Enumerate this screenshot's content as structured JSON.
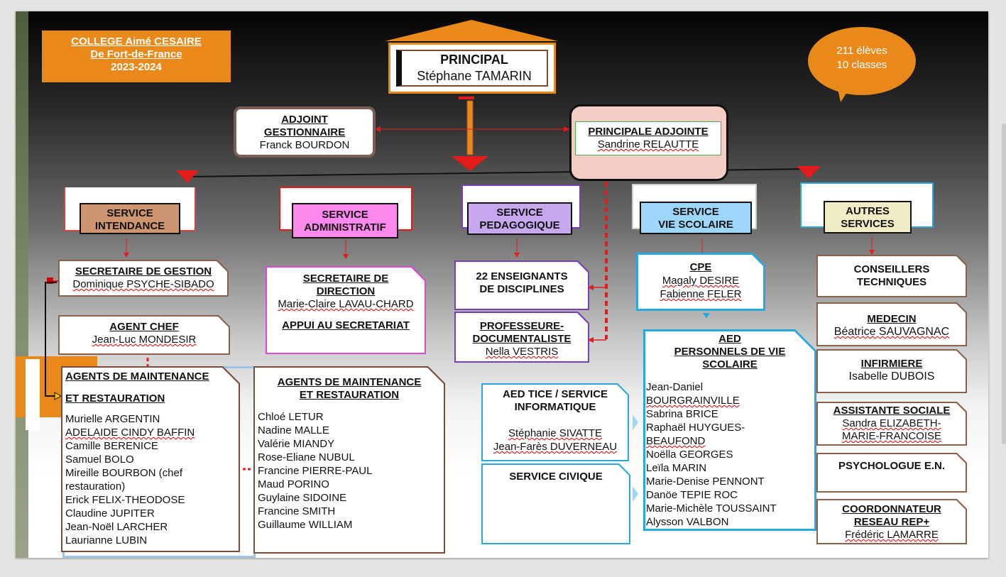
{
  "school": {
    "line1": "COLLEGE Aimé CESAIRE",
    "line2": "De Fort-de-France",
    "line3": "2023-2024"
  },
  "stats": {
    "students": "211 élèves",
    "classes": "10 classes"
  },
  "principal": {
    "title": "PRINCIPAL",
    "name": "Stéphane TAMARIN"
  },
  "adjoint_gestionnaire": {
    "title1": "ADJOINT",
    "title2": "GESTIONNAIRE",
    "name": "Franck BOURDON"
  },
  "principale_adjointe": {
    "title": "PRINCIPALE ADJOINTE",
    "name": "Sandrine RELAUTTE"
  },
  "services": {
    "intendance": {
      "line1": "SERVICE",
      "line2": "INTENDANCE"
    },
    "administratif": {
      "line1": "SERVICE",
      "line2": "ADMINISTRATIF"
    },
    "pedagogique": {
      "line1": "SERVICE",
      "line2": "PEDAGOGIQUE"
    },
    "vie_scolaire": {
      "line1": "SERVICE",
      "line2": "VIE SCOLAIRE"
    },
    "autres": {
      "line1": "AUTRES",
      "line2": "SERVICES"
    }
  },
  "intendance": {
    "secretaire": {
      "title": "SECRETAIRE DE GESTION",
      "name": "Dominique PSYCHE-SIBADO"
    },
    "agent_chef": {
      "title": "AGENT CHEF",
      "name": "Jean-Luc MONDESIR"
    },
    "agents1": {
      "title1": "AGENTS DE MAINTENANCE",
      "title2": "ET RESTAURATION",
      "members": [
        "Murielle ARGENTIN",
        "ADELAIDE CINDY  BAFFIN",
        "Camille BERENICE",
        "Samuel BOLO",
        "Mireille BOURBON (chef",
        "restauration)",
        "Erick FELIX-THEODOSE",
        "Claudine JUPITER",
        "Jean-Noël LARCHER",
        "Laurianne LUBIN"
      ]
    },
    "agents2": {
      "title1": "AGENTS DE MAINTENANCE",
      "title2": "ET RESTAURATION",
      "members": [
        "Chloé LETUR",
        "Nadine MALLE",
        "Valérie MIANDY",
        "Rose-Eliane NUBUL",
        "Francine PIERRE-PAUL",
        "Maud PORINO",
        "Guylaine SIDOINE",
        "Francine SMITH",
        "Guillaume WILLIAM"
      ]
    }
  },
  "administratif": {
    "secretaire": {
      "title1": "SECRETAIRE DE",
      "title2": "DIRECTION",
      "name": "Marie-Claire LAVAU-CHARD",
      "extra": "APPUI AU SECRETARIAT"
    }
  },
  "pedagogique": {
    "enseignants": {
      "line1": "22 ENSEIGNANTS",
      "line2": "DE DISCIPLINES"
    },
    "documentaliste": {
      "line1": "PROFESSEURE-",
      "line2": "DOCUMENTALISTE",
      "name": "Nella VESTRIS"
    },
    "aed_tice": {
      "line1": "AED TICE / SERVICE",
      "line2": "INFORMATIQUE",
      "name1": "Stéphanie SIVATTE",
      "name2": "Jean-Farès DUVERNEAU"
    },
    "service_civique": {
      "title": "SERVICE CIVIQUE"
    }
  },
  "vie_scolaire": {
    "cpe": {
      "title": "CPE",
      "name1": "Magaly DESIRE",
      "name2": "Fabienne FELER"
    },
    "aed": {
      "line1": "AED",
      "line2": "PERSONNELS DE VIE",
      "line3": "SCOLAIRE",
      "members": [
        "Jean-Daniel",
        "BOURGRAINVILLE",
        "Sabrina BRICE",
        "Raphaël HUYGUES-",
        "BEAUFOND",
        "Noëlla GEORGES",
        "Leïla MARIN",
        "Marie-Denise PENNONT",
        "Danöe TEPIE ROC",
        "Marie-Michèle TOUSSAINT",
        "Alysson VALBON"
      ]
    }
  },
  "autres": {
    "conseillers": {
      "line1": "CONSEILLERS",
      "line2": "TECHNIQUES"
    },
    "medecin": {
      "title": "MEDECIN",
      "name": "Béatrice SAUVAGNAC"
    },
    "infirmiere": {
      "title": "INFIRMIERE",
      "name": "Isabelle DUBOIS"
    },
    "assistante": {
      "title": "ASSISTANTE SOCIALE",
      "name1": "Sandra ELIZABETH-",
      "name2": "MARIE-FRANCOISE"
    },
    "psychologue": {
      "title": "PSYCHOLOGUE E.N."
    },
    "coordonnateur": {
      "line1": "COORDONNATEUR",
      "line2": "RESEAU REP+",
      "name": "Frédéric LAMARRE"
    }
  },
  "colors": {
    "orange": "#e8891a",
    "red": "#e31b1b",
    "intendance": "#cd9570",
    "administratif": "#ff88ee",
    "pedagogique": "#c7a8ef",
    "vie_scolaire": "#9dd6f8",
    "autres": "#f2ecc6"
  }
}
